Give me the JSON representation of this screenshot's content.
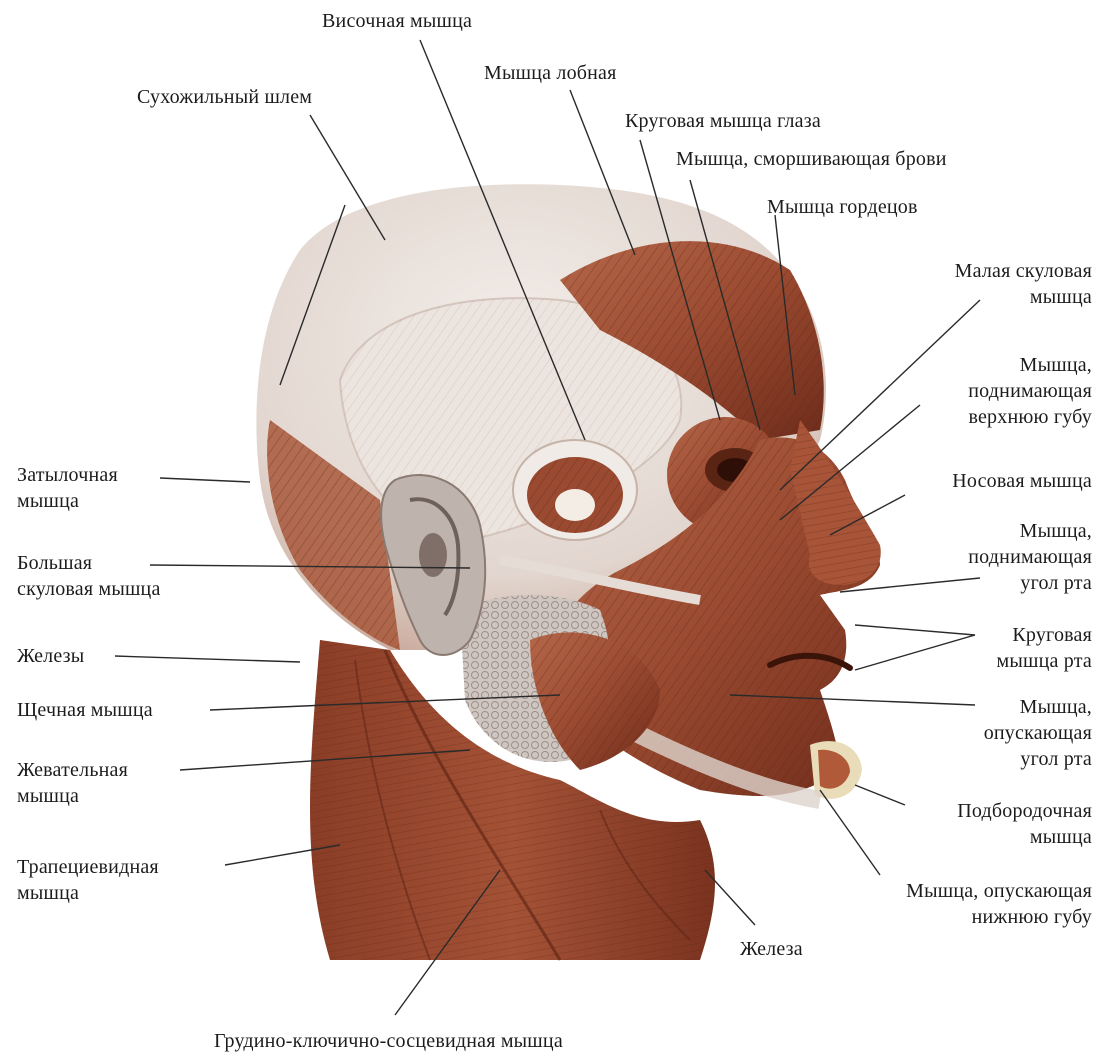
{
  "labels": {
    "temporalis": "Височная мышца",
    "frontalis": "Мышца лобная",
    "galea": "Сухожильный шлем",
    "orbicularis_oculi": "Круговая мышца глаза",
    "corrugator": "Мышца, сморшивающая брови",
    "procerus": "Мышца гордецов",
    "zygomaticus_minor": [
      "Малая скуловая",
      "мышца"
    ],
    "levator_labii": [
      "Мышца,",
      "поднимающая",
      "верхнюю губу"
    ],
    "nasalis": "Носовая мышца",
    "levator_anguli": [
      "Мышца,",
      "поднимающая",
      "угол рта"
    ],
    "orbicularis_oris": [
      "Круговая",
      "мышца рта"
    ],
    "depressor_anguli": [
      "Мышца,",
      "опускающая",
      "угол рта"
    ],
    "mentalis": [
      "Подбородочная",
      "мышца"
    ],
    "depressor_labii": [
      "Мышца, опускающая",
      "нижнюю губу"
    ],
    "gland_lower": "Железа",
    "scm": "Грудино-ключично-сосцевидная мышца",
    "occipitalis": [
      "Затылочная",
      "мышца"
    ],
    "zygomaticus_major": [
      "Большая",
      "скуловая мышца"
    ],
    "glands": "Железы",
    "buccinator": "Щечная мышца",
    "masseter": [
      "Жевательная",
      "мышца"
    ],
    "trapezius": [
      "Трапециевидная",
      "мышца"
    ]
  },
  "colors": {
    "muscle": "#9a4a30",
    "muscle_dark": "#6e2c1b",
    "tendon": "#e9e1dc",
    "line": "#2a2a2a"
  }
}
